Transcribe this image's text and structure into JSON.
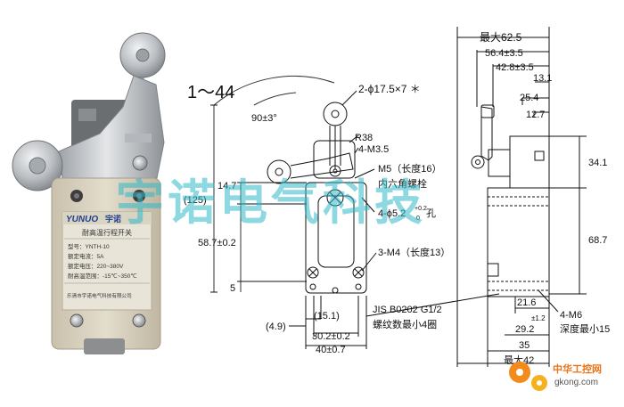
{
  "product": {
    "brand": "YUNUO",
    "brand_cn": "宇诺",
    "plate_title": "耐高温行程开关",
    "model": "型号：YNTH-10",
    "rated_current": "额定电流：5A",
    "rated_voltage": "额定电压：220~380V",
    "temp_range": "耐高温范围：-15℃~350℃",
    "maker": "乐清市宇诺电气科技有限公司"
  },
  "front_view": {
    "range_label": "1～44",
    "angle": "90±3°",
    "roller_spec": "2-ϕ17.5×7 ＊",
    "radius": "R38",
    "m35": "4-M3.5",
    "m5": "M5（长度16）",
    "hex_bolt": "内六角螺栓",
    "holes": "4-ϕ5.2",
    "holes_tol": "+0.2",
    "holes_tol_lo": "0",
    "holes_suffix": "孔",
    "m4": "3-M4（长度13）",
    "d125": "(125)",
    "d14_7": "14.7",
    "d58_7": "58.7±0.2",
    "d5": "5",
    "d4_9": "(4.9)",
    "d15_1": "(15.1)",
    "d30_2": "30.2±0.2",
    "d40": "40±0.7",
    "jis": "JIS B0202 G1/2",
    "threads": "螺纹数最小4圈"
  },
  "side_view": {
    "max62_5": "最大62.5",
    "d56_4": "56.4±3.5",
    "d42_8": "42.8±3.5",
    "d13_1": "13.1",
    "d25_4": "25.4",
    "d12_7": "12.7",
    "d34_1": "34.1",
    "d68_7": "68.7",
    "d21_6": "21.6",
    "d1_2": "±1.2",
    "d29_2": "29.2",
    "d35": "35",
    "max42": "最大42",
    "m6": "4-M6",
    "depth15": "深度最小15"
  },
  "watermark": {
    "text": "宇诺电气科技",
    "site_cn": "中华工控网",
    "site_url": "gkong.com"
  },
  "colors": {
    "watermark": "#2fb8c8",
    "housing": "#d9d2c0",
    "metal": "#c9ccd0",
    "logo_orange": "#f28a1c"
  }
}
